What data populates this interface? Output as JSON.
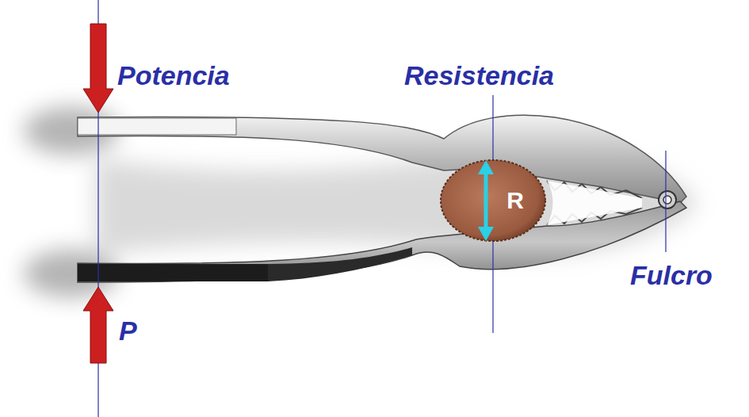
{
  "diagram": {
    "nodes": [
      {
        "text": [
          "R"
        ]
      }
    ],
    "labels": [
      "Potencia",
      "Resistencia",
      "Fulcro",
      "P"
    ]
  }
}
